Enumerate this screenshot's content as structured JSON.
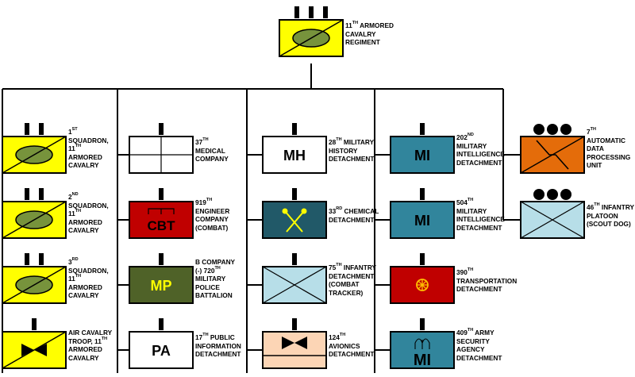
{
  "colors": {
    "armor_yellow": "#ffff00",
    "armor_oval": "#77933c",
    "engineer_red": "#c00000",
    "military_police": "#4f6228",
    "mp_text": "#ffff00",
    "chemical": "#215968",
    "intelligence": "#31859c",
    "infantry_light": "#b7dee8",
    "aviation_tan": "#fcd5b5",
    "data_orange": "#e46c0a",
    "transport_red": "#c00000",
    "transport_wheel": "#ffc000",
    "line": "#000000"
  },
  "units": [
    {
      "id": "regiment",
      "symbol": "armored-cavalry",
      "echelon": "regiment",
      "lines": [
        [
          "11",
          "TH",
          " ARMORED"
        ],
        [
          "CAVALRY"
        ],
        [
          "REGIMENT"
        ]
      ]
    },
    {
      "id": "sq1",
      "symbol": "armored-cavalry",
      "echelon": "battalion",
      "lines": [
        [
          "1",
          "ST"
        ],
        [
          "SQUADRON,"
        ],
        [
          "11",
          "TH"
        ],
        [
          "ARMORED"
        ],
        [
          "CAVALRY"
        ]
      ]
    },
    {
      "id": "sq2",
      "symbol": "armored-cavalry",
      "echelon": "battalion",
      "lines": [
        [
          "2",
          "ND"
        ],
        [
          "SQUADRON,"
        ],
        [
          "11",
          "TH"
        ],
        [
          "ARMORED"
        ],
        [
          "CAVALRY"
        ]
      ]
    },
    {
      "id": "sq3",
      "symbol": "armored-cavalry",
      "echelon": "battalion",
      "lines": [
        [
          "3",
          "RD"
        ],
        [
          "SQUADRON,"
        ],
        [
          "11",
          "TH"
        ],
        [
          "ARMORED"
        ],
        [
          "CAVALRY"
        ]
      ]
    },
    {
      "id": "air-cav",
      "symbol": "air-cavalry",
      "echelon": "company",
      "lines": [
        [
          "AIR CAVALRY"
        ],
        [
          "TROOP, 11",
          "TH"
        ],
        [
          "ARMORED"
        ],
        [
          "CAVALRY"
        ]
      ]
    },
    {
      "id": "medical",
      "symbol": "medical",
      "echelon": "company",
      "lines": [
        [
          "37",
          "TH"
        ],
        [
          "MEDICAL"
        ],
        [
          "COMPANY"
        ]
      ]
    },
    {
      "id": "engineer",
      "symbol": "engineer",
      "echelon": "company",
      "text": "CBT",
      "lines": [
        [
          "919",
          "TH"
        ],
        [
          "ENGINEER"
        ],
        [
          "COMPANY"
        ],
        [
          "(COMBAT)"
        ]
      ]
    },
    {
      "id": "mp",
      "symbol": "military-police",
      "echelon": "company",
      "text": "MP",
      "lines": [
        [
          "B COMPANY"
        ],
        [
          "(-) 720",
          "TH"
        ],
        [
          "MILITARY"
        ],
        [
          "POLICE"
        ],
        [
          "BATTALION"
        ]
      ]
    },
    {
      "id": "pa",
      "symbol": "public-information",
      "echelon": "company",
      "text": "PA",
      "lines": [
        [
          "17",
          "TH",
          " PUBLIC"
        ],
        [
          "INFORMATION"
        ],
        [
          "DETACHMENT"
        ]
      ]
    },
    {
      "id": "mh",
      "symbol": "military-history",
      "echelon": "company",
      "text": "MH",
      "lines": [
        [
          "28",
          "TH",
          " MILITARY"
        ],
        [
          "HISTORY"
        ],
        [
          "DETACHMENT"
        ]
      ]
    },
    {
      "id": "chem",
      "symbol": "chemical",
      "echelon": "company",
      "lines": [
        [
          "33",
          "RD",
          " CHEMICAL"
        ],
        [
          "DETACHMENT"
        ]
      ]
    },
    {
      "id": "inf75",
      "symbol": "infantry",
      "echelon": "company",
      "lines": [
        [
          "75",
          "TH",
          " INFANTRY"
        ],
        [
          "DETACHMENT"
        ],
        [
          "(COMBAT"
        ],
        [
          "TRACKER)"
        ]
      ]
    },
    {
      "id": "avionics",
      "symbol": "avionics",
      "echelon": "company",
      "lines": [
        [
          "124",
          "TH"
        ],
        [
          "AVIONICS"
        ],
        [
          "DETACHMENT"
        ]
      ]
    },
    {
      "id": "mi202",
      "symbol": "military-intelligence",
      "echelon": "company",
      "text": "MI",
      "lines": [
        [
          "202",
          "ND"
        ],
        [
          "MILITARY"
        ],
        [
          "INTELLIGENCE"
        ],
        [
          "DETACHMENT"
        ]
      ]
    },
    {
      "id": "mi504",
      "symbol": "military-intelligence",
      "echelon": "company",
      "text": "MI",
      "lines": [
        [
          "504",
          "TH"
        ],
        [
          "MILITARY"
        ],
        [
          "INTELLIGENCE"
        ],
        [
          "DETACHMENT"
        ]
      ]
    },
    {
      "id": "trans",
      "symbol": "transportation",
      "echelon": "company",
      "lines": [
        [
          "390",
          "TH"
        ],
        [
          "TRANSPORTATION"
        ],
        [
          "DETACHMENT"
        ]
      ]
    },
    {
      "id": "asa",
      "symbol": "army-security-agency",
      "echelon": "company",
      "text": "MI",
      "lines": [
        [
          "409",
          "TH",
          " ARMY"
        ],
        [
          "SECURITY"
        ],
        [
          "AGENCY"
        ],
        [
          "DETACHMENT"
        ]
      ]
    },
    {
      "id": "adp",
      "symbol": "data-processing",
      "echelon": "platoon",
      "lines": [
        [
          "7",
          "TH"
        ],
        [
          "AUTOMATIC"
        ],
        [
          "DATA"
        ],
        [
          "PROCESSING"
        ],
        [
          "UNIT"
        ]
      ]
    },
    {
      "id": "inf46",
      "symbol": "infantry",
      "echelon": "platoon",
      "lines": [
        [
          "46",
          "TH",
          " INFANTRY"
        ],
        [
          "PLATOON"
        ],
        [
          "(SCOUT DOG)"
        ]
      ]
    }
  ]
}
